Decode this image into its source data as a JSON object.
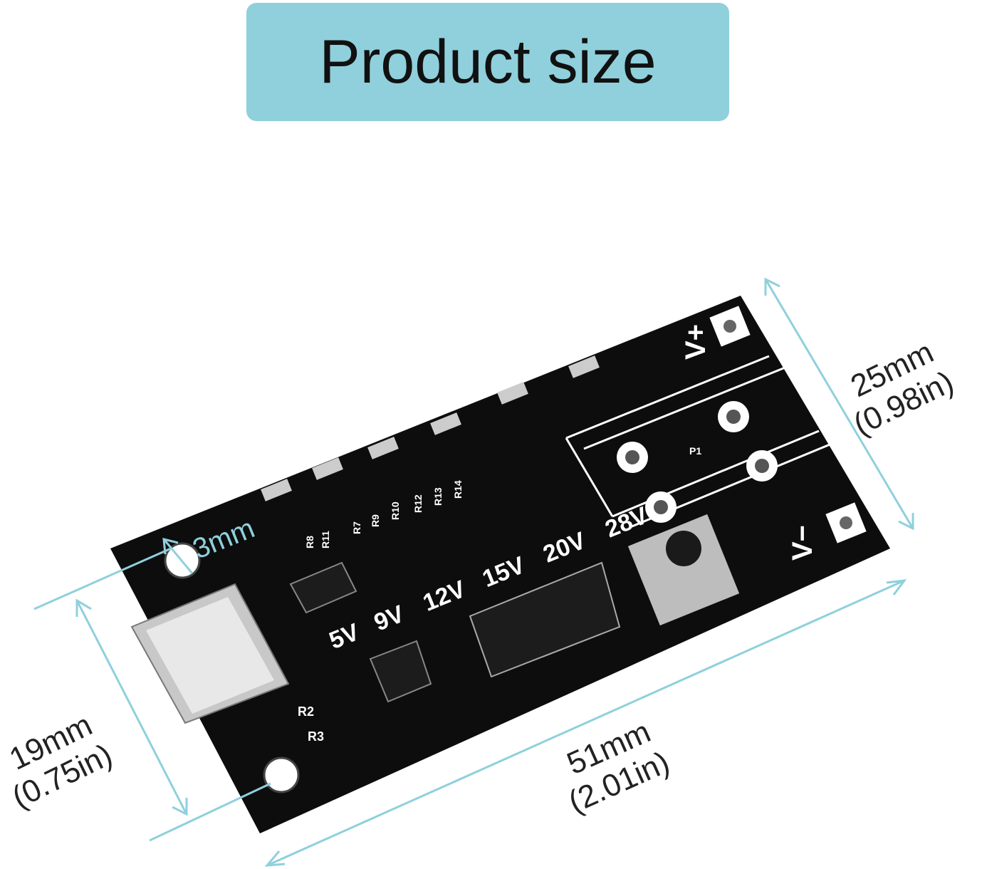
{
  "banner": {
    "title": "Product size"
  },
  "dimensions": {
    "hole_offset": "3mm",
    "length_mm": "51mm",
    "length_in": "(2.01in)",
    "width_mm": "25mm",
    "width_in": "(0.98in)",
    "port_width_mm": "19mm",
    "port_width_in": "(0.75in)"
  },
  "board": {
    "voltage_labels": [
      "5V",
      "9V",
      "12V",
      "15V",
      "20V",
      "28V"
    ],
    "resistor_labels": [
      "R8",
      "R11",
      "R7",
      "R9",
      "R10",
      "R12",
      "R13",
      "R14"
    ],
    "pad_labels": {
      "plus": "V+",
      "minus": "V−",
      "header": "P1"
    },
    "small_labels": [
      "R2",
      "R3"
    ]
  },
  "colors": {
    "banner": "#8fd0dc",
    "dimension_line": "#8fd0dc",
    "pcb": "#0d0d0d",
    "silkscreen": "#ffffff"
  }
}
